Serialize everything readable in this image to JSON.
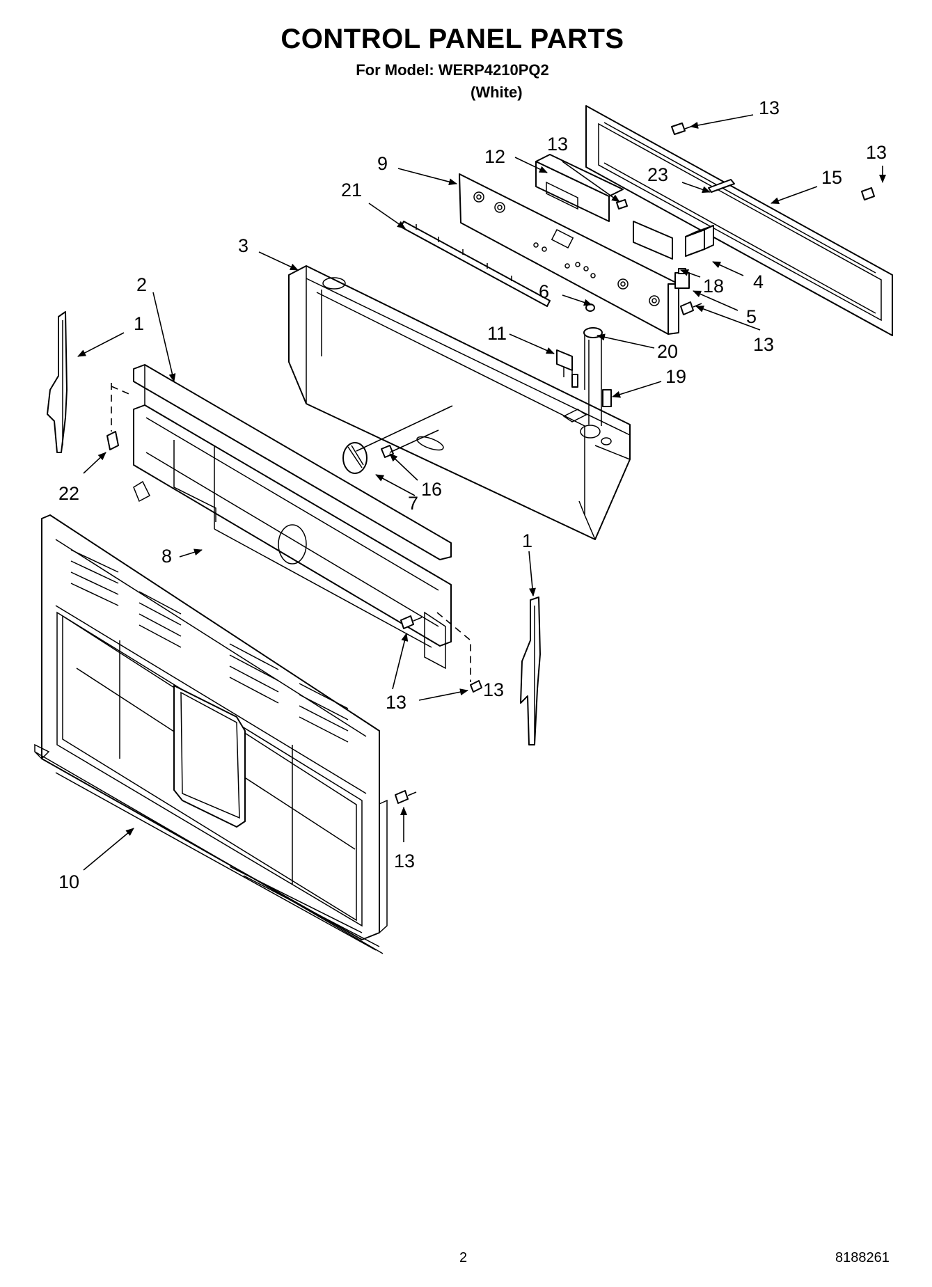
{
  "header": {
    "title": "CONTROL PANEL PARTS",
    "subtitle": "For Model: WERP4210PQ2",
    "variant": "(White)"
  },
  "footer": {
    "page_number": "2",
    "document_number": "8188261"
  },
  "callouts": {
    "c1a": "1",
    "c1b": "1",
    "c2": "2",
    "c3": "3",
    "c4": "4",
    "c5": "5",
    "c6": "6",
    "c7": "7",
    "c8": "8",
    "c9": "9",
    "c10": "10",
    "c11": "11",
    "c12": "12",
    "c13a": "13",
    "c13b": "13",
    "c13c": "13",
    "c13d": "13",
    "c13e": "13",
    "c13f": "13",
    "c13g": "13",
    "c15": "15",
    "c16": "16",
    "c18": "18",
    "c19": "19",
    "c20": "20",
    "c21": "21",
    "c22": "22",
    "c23": "23"
  }
}
